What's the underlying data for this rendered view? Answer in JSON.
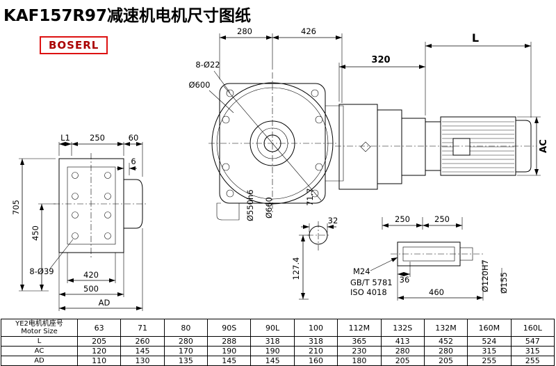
{
  "title": "KAF157R97减速机电机尺寸图纸",
  "logo": "BOSERL",
  "colors": {
    "line": "#000000",
    "accent_red": "#dd1111",
    "background": "#ffffff"
  },
  "drawing": {
    "front": {
      "w280": "280",
      "w426": "426",
      "bolts": "8-Ø22",
      "d600": "Ø600",
      "d550": "Ø550h6",
      "d660": "Ø660",
      "h717": "71.7"
    },
    "side": {
      "l1": "L1",
      "w250": "250",
      "w60": "60",
      "w6": "6",
      "h705": "705",
      "h450": "450",
      "bolts": "8-Ø39",
      "w420": "420",
      "w500": "500",
      "ad": "AD"
    },
    "motor": {
      "w320": "320",
      "l": "L",
      "ac": "AC"
    },
    "detail": {
      "w32": "32",
      "h1274": "127.4",
      "w250a": "250",
      "w250b": "250",
      "thread": "M24",
      "std_gb": "GB/T 5781",
      "std_iso": "ISO 4018",
      "w36": "36",
      "w460": "460",
      "d120": "Ø120H7",
      "d155": "Ø155"
    }
  },
  "table": {
    "header_cn": "YE2电机机座号",
    "header_en": "Motor Size",
    "sizes": [
      "63",
      "71",
      "80",
      "90S",
      "90L",
      "100",
      "112M",
      "132S",
      "132M",
      "160M",
      "160L"
    ],
    "rows": [
      {
        "label": "L",
        "values": [
          "205",
          "260",
          "280",
          "288",
          "318",
          "318",
          "365",
          "413",
          "452",
          "524",
          "547"
        ]
      },
      {
        "label": "AC",
        "values": [
          "120",
          "145",
          "170",
          "190",
          "190",
          "210",
          "230",
          "280",
          "280",
          "315",
          "315"
        ]
      },
      {
        "label": "AD",
        "values": [
          "110",
          "130",
          "135",
          "145",
          "145",
          "160",
          "180",
          "205",
          "205",
          "255",
          "255"
        ]
      }
    ]
  }
}
